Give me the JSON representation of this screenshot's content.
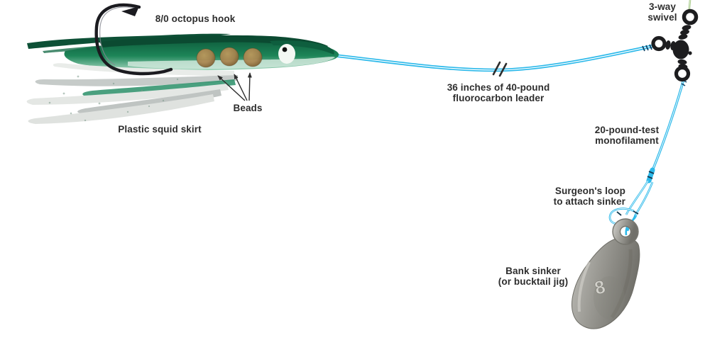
{
  "labels": {
    "hook": "8/0 octopus hook",
    "beads": "Beads",
    "skirt": "Plastic squid skirt",
    "leader": {
      "line1": "36 inches of 40-pound",
      "line2": "fluorocarbon leader"
    },
    "swivel": {
      "line1": "3-way",
      "line2": "swivel"
    },
    "mono": {
      "line1": "20-pound-test",
      "line2": "monofilament"
    },
    "surgeons_loop": {
      "line1": "Surgeon's loop",
      "line2": "to attach sinker"
    },
    "sinker": {
      "line1": "Bank sinker",
      "line2": "(or bucktail jig)"
    }
  },
  "sinker": {
    "embossed_number": "8"
  },
  "colors": {
    "line_blue": "#2cb9ea",
    "line_core_white": "#ffffff",
    "main_line_green": "#a9cb8e",
    "label_text": "#2d2d2d",
    "swivel_black": "#1d1d1f",
    "knot_tick_dark": "#0d3f63",
    "bead_brown": "#a8834e",
    "sinker_gray": "#a3a29d",
    "squid_green": "#177a50",
    "squid_dark_green": "#0b4a31",
    "skirt_silver": "#ccd1cf"
  }
}
